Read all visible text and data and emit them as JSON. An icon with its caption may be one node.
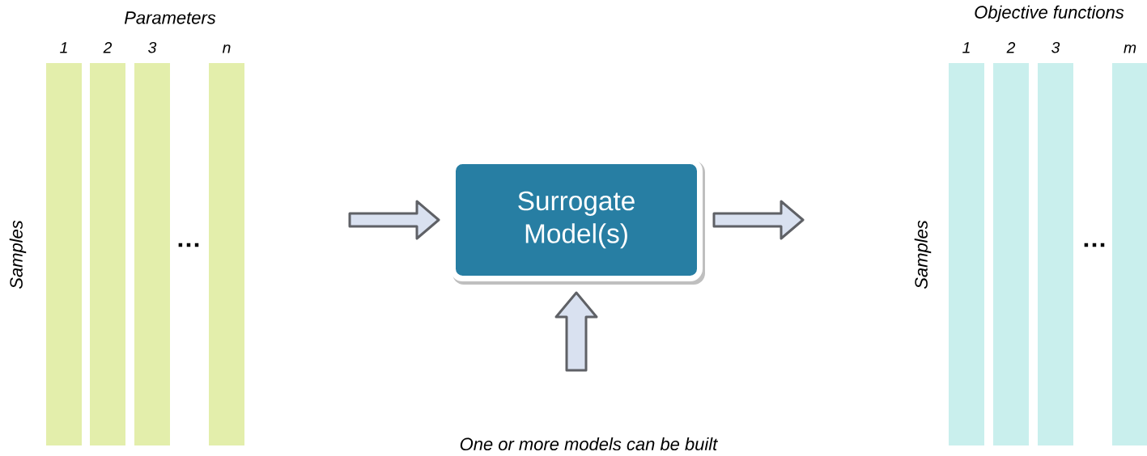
{
  "diagram": {
    "nodes": [
      {
        "text": [
          "1"
        ]
      },
      {
        "text": [
          "2"
        ]
      },
      {
        "text": [
          "3"
        ]
      },
      {
        "text": [
          "n"
        ]
      },
      {
        "text": [
          "Surrogate Model(s)"
        ]
      },
      {
        "text": [
          "1"
        ]
      },
      {
        "text": [
          "2"
        ]
      },
      {
        "text": [
          "3"
        ]
      },
      {
        "text": [
          "m"
        ]
      }
    ],
    "edges": [
      {
        "from": null,
        "to": 4,
        "arrow": "to"
      },
      {
        "from": 4,
        "to": null,
        "arrow": "to"
      },
      {
        "from": null,
        "to": 4,
        "arrow": "to"
      }
    ],
    "labels": [
      "Parameters",
      "Objective functions",
      "Samples",
      "…",
      "…",
      "Samples",
      "One or more models can be built"
    ]
  }
}
